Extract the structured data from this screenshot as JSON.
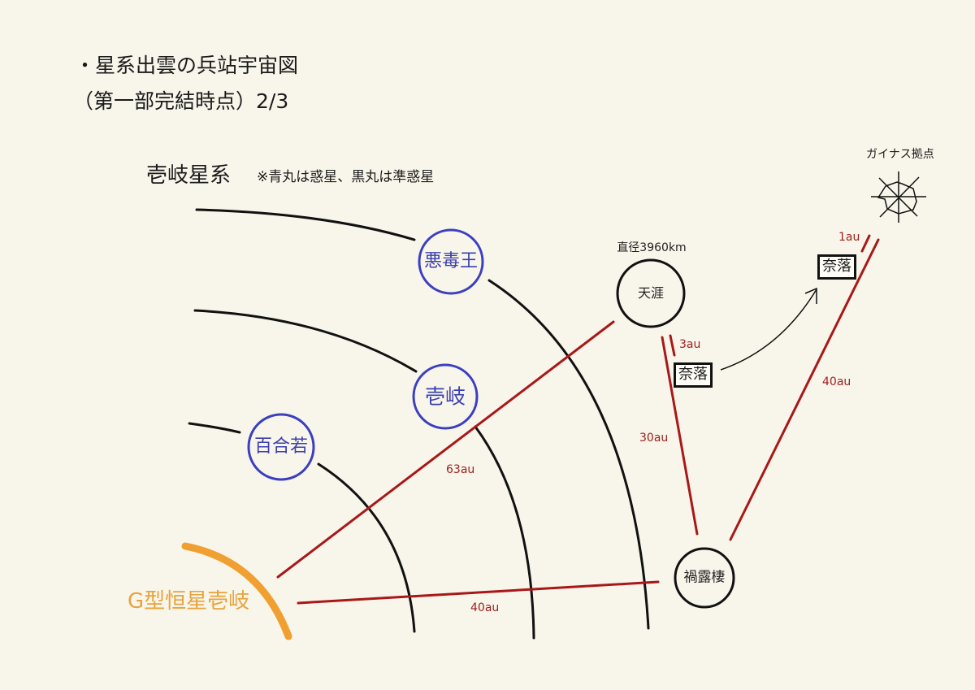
{
  "title": {
    "line1": "・星系出雲の兵站宇宙図",
    "line2": "（第一部完結時点）2/3"
  },
  "system": {
    "name": "壱岐星系",
    "note": "※青丸は惑星、黒丸は準惑星"
  },
  "star": {
    "label": "G型恒星壱岐",
    "color": "#f0a030"
  },
  "planets": [
    {
      "name": "悪毒王",
      "type": "planet",
      "color": "#3b3fc0"
    },
    {
      "name": "壱岐",
      "type": "planet",
      "color": "#3b3fc0"
    },
    {
      "name": "百合若",
      "type": "planet",
      "color": "#3b3fc0"
    }
  ],
  "dwarf_planets": [
    {
      "name": "天涯",
      "diameter_note": "直径3960km"
    },
    {
      "name": "禍露棲"
    }
  ],
  "outposts": [
    {
      "name": "奈落",
      "position": "near 天涯"
    },
    {
      "name": "奈落",
      "position": "near ガイナス拠点"
    }
  ],
  "enemy_base": {
    "label": "ガイナス拠点",
    "icon": "web-icon"
  },
  "routes": [
    {
      "from": "G型恒星壱岐",
      "to": "天涯",
      "distance": "63au"
    },
    {
      "from": "G型恒星壱岐",
      "to": "禍露棲",
      "distance": "40au"
    },
    {
      "from": "天涯",
      "to": "禍露棲",
      "distance": "30au"
    },
    {
      "from": "天涯",
      "to": "奈落",
      "distance": "3au"
    },
    {
      "from": "禍露棲",
      "to": "ガイナス拠点",
      "distance": "40au"
    },
    {
      "from": "奈落",
      "to": "ガイナス拠点",
      "distance": "1au"
    }
  ],
  "colors": {
    "background": "#f8f5ea",
    "route": "#a81818",
    "orbit": "#111111",
    "planet": "#3b3fc0",
    "star": "#f0a030"
  }
}
